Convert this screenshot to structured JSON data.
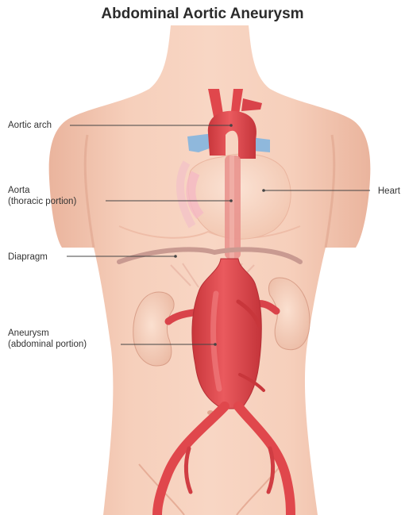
{
  "title": "Abdominal Aortic Aneurysm",
  "labels": {
    "aortic_arch": "Aortic arch",
    "aorta_line1": "Aorta",
    "aorta_line2": "(thoracic portion)",
    "heart": "Heart",
    "diapragm": "Diapragm",
    "aneurysm_line1": "Aneurysm",
    "aneurysm_line2": "(abdominal portion)"
  },
  "colors": {
    "skin": "#f3c5b0",
    "skin_shadow": "#e8ad96",
    "artery": "#e0474c",
    "artery_dark": "#c13338",
    "vein": "#8fb8dc",
    "heart": "#f7d5c2",
    "kidney": "#f5cdb7",
    "diaphragm": "#c99a91"
  }
}
